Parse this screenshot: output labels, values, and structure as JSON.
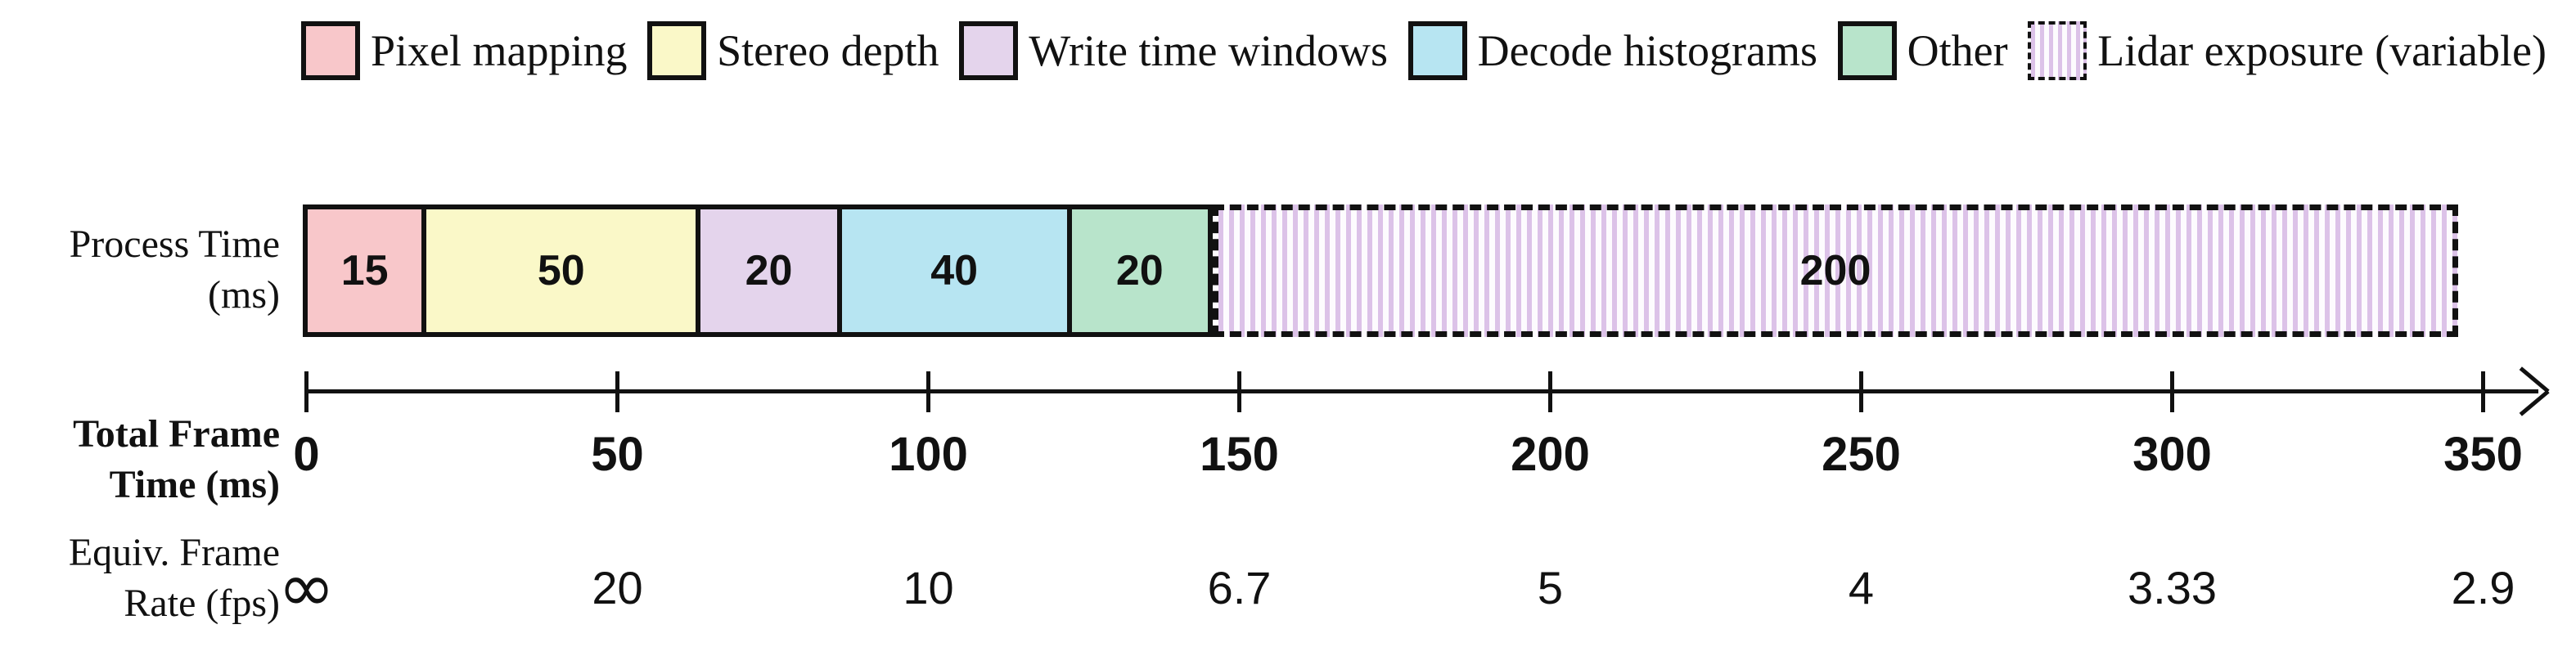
{
  "legend": {
    "items": [
      {
        "label": "Pixel mapping",
        "color": "#f8c7ca",
        "type": "solid"
      },
      {
        "label": "Stereo depth",
        "color": "#faf8c8",
        "type": "solid"
      },
      {
        "label": "Write time windows",
        "color": "#e4d4ec",
        "type": "solid"
      },
      {
        "label": "Decode histograms",
        "color": "#b7e5f2",
        "type": "solid"
      },
      {
        "label": "Other",
        "color": "#b8e4cb",
        "type": "solid"
      },
      {
        "label": "Lidar exposure (variable)",
        "color": "#dcc2e8",
        "type": "striped"
      }
    ]
  },
  "labels": {
    "process_time": [
      "Process Time",
      "(ms)"
    ],
    "total_frame": [
      "Total Frame",
      "Time (ms)"
    ],
    "equiv_frame": [
      "Equiv. Frame",
      "Rate (fps)"
    ]
  },
  "chart_data": {
    "type": "bar",
    "subtype": "horizontal-stacked-timeline",
    "title": "",
    "xlabel": "Total Frame Time (ms)",
    "x_range_ms": [
      0,
      362
    ],
    "segments": [
      {
        "name": "Pixel mapping",
        "duration_ms": 15,
        "label": "15",
        "color": "#f8c7ca",
        "style": "solid"
      },
      {
        "name": "Stereo depth",
        "duration_ms": 50,
        "label": "50",
        "color": "#faf8c8",
        "style": "solid"
      },
      {
        "name": "Write time windows",
        "duration_ms": 20,
        "label": "20",
        "color": "#e4d4ec",
        "style": "solid"
      },
      {
        "name": "Decode histograms",
        "duration_ms": 40,
        "label": "40",
        "color": "#b7e5f2",
        "style": "solid"
      },
      {
        "name": "Other",
        "duration_ms": 20,
        "label": "20",
        "color": "#b8e4cb",
        "style": "solid"
      },
      {
        "name": "Lidar exposure (variable)",
        "duration_ms": 200,
        "label": "200",
        "color": "#dcc2e8",
        "style": "striped-dashed"
      }
    ],
    "total_process_ms": 345,
    "x_axis": {
      "ticks_ms": [
        0,
        50,
        100,
        150,
        200,
        250,
        300,
        350
      ],
      "arrow": true
    },
    "frame_rate_row": {
      "values": [
        "∞",
        "20",
        "10",
        "6.7",
        "5",
        "4",
        "3.33",
        "2.9"
      ]
    }
  }
}
